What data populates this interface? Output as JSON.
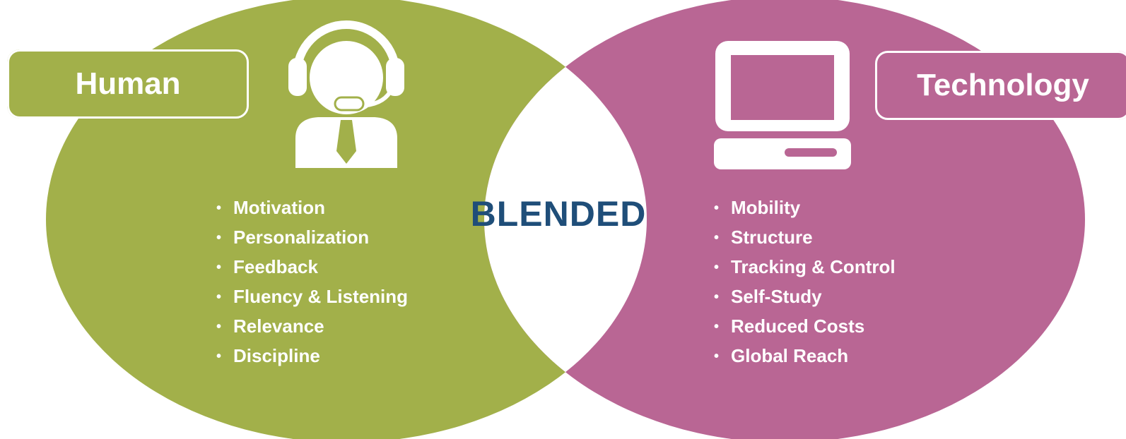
{
  "colors": {
    "human": "#a2b04a",
    "technology": "#b96694",
    "center_text": "#1f4e79",
    "background": "#ffffff"
  },
  "human": {
    "title": "Human",
    "icon": "headset-agent-icon",
    "items": [
      "Motivation",
      "Personalization",
      "Feedback",
      "Fluency & Listening",
      "Relevance",
      "Discipline"
    ]
  },
  "technology": {
    "title": "Technology",
    "icon": "computer-monitor-icon",
    "items": [
      "Mobility",
      "Structure",
      "Tracking & Control",
      "Self-Study",
      "Reduced Costs",
      "Global Reach"
    ]
  },
  "center": {
    "label": "BLENDED"
  }
}
